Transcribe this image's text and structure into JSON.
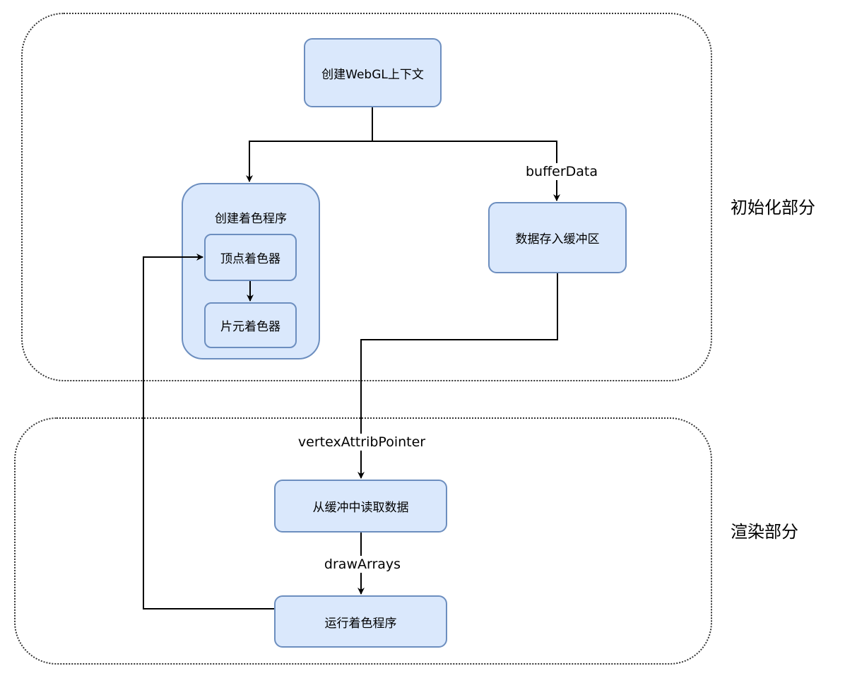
{
  "groups": {
    "init_label": "初始化部分",
    "render_label": "渲染部分"
  },
  "nodes": {
    "create_context": "创建WebGL上下文",
    "create_program": "创建着色程序",
    "vertex_shader": "顶点着色器",
    "fragment_shader": "片元着色器",
    "store_buffer": "数据存入缓冲区",
    "read_buffer": "从缓冲中读取数据",
    "run_program": "运行着色程序"
  },
  "edges": {
    "buffer_data": "bufferData",
    "vertex_attrib_pointer": "vertexAttribPointer",
    "draw_arrays": "drawArrays"
  },
  "colors": {
    "node_fill": "#dae8fc",
    "node_stroke": "#6c8ebf",
    "edge": "#000000"
  }
}
